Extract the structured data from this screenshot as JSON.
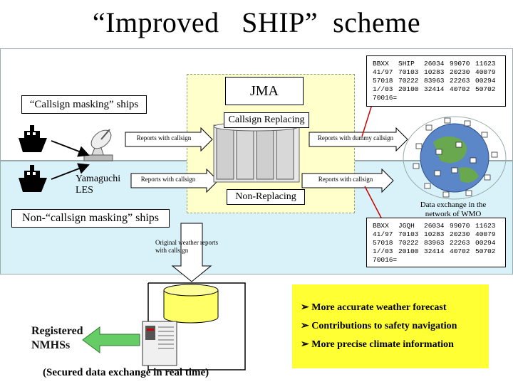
{
  "title": "“Improved   SHIP”  scheme",
  "labels": {
    "jma": "JMA",
    "callsign_masking_ships": "“Callsign masking” ships",
    "callsign_replacing": "Callsign Replacing",
    "non_replacing": "Non-Replacing",
    "non_callsign_masking_ships": "Non-“callsign masking” ships",
    "yamaguchi_les_1": "Yamaguchi",
    "yamaguchi_les_2": "LES",
    "wmo_1": "Data exchange in the",
    "wmo_2": "network of WMO",
    "registered_1": "Registered",
    "registered_2": "NMHSs",
    "secured": "(Secured data exchange in real time)"
  },
  "arrows": {
    "reports_callsign_top": "Reports with callsign",
    "reports_dummy": "Reports with dummy callsign",
    "reports_callsign_bottom_left": "Reports with callsign",
    "reports_callsign_bottom_right": "Reports with callsign",
    "original_1": "Original weather reports",
    "original_2": "with callsign"
  },
  "bulletin_top": {
    "rows": [
      [
        "BBXX",
        "SHIP",
        "26034",
        "99070",
        "11623"
      ],
      [
        "41/97",
        "70103",
        "10283",
        "20230",
        "40079"
      ],
      [
        "57018",
        "70222",
        "83963",
        "22263",
        "00294"
      ],
      [
        "1//03",
        "20100",
        "32414",
        "40702",
        "50702"
      ],
      [
        "70016="
      ]
    ]
  },
  "bulletin_bottom": {
    "rows": [
      [
        "BBXX",
        "JGQH",
        "26034",
        "99070",
        "11623"
      ],
      [
        "41/97",
        "70103",
        "10283",
        "20230",
        "40079"
      ],
      [
        "57018",
        "70222",
        "83963",
        "22263",
        "00294"
      ],
      [
        "1//03",
        "20100",
        "32414",
        "40702",
        "50702"
      ],
      [
        "70016="
      ]
    ]
  },
  "benefits": [
    "More accurate weather forecast",
    "Contributions to safety navigation",
    "More precise climate information"
  ],
  "colors": {
    "jma_zone": "#ffffcc",
    "sea_band": "#d9f1f8",
    "benefits_box": "#ffff33",
    "arrow_fill": "#ffffff",
    "highlight": "#cc0000"
  }
}
